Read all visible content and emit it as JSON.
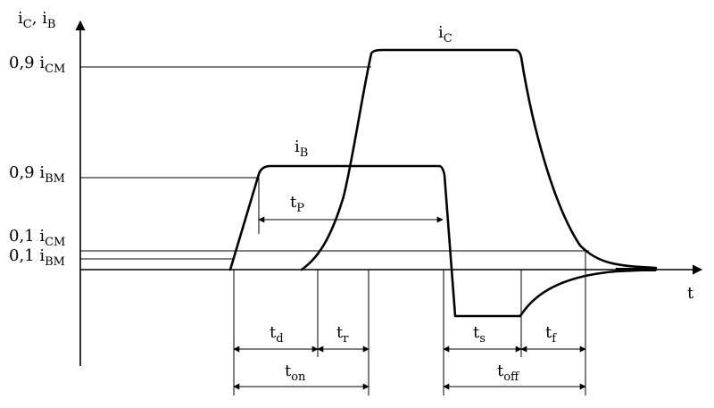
{
  "axes": {
    "y_label": {
      "main": "i",
      "sub1": "C",
      "sep": ", i",
      "sub2": "B"
    },
    "x_label": "t"
  },
  "levels": {
    "ic_90": {
      "coef": "0,9 i",
      "sub": "CM"
    },
    "ib_90": {
      "coef": "0,9 i",
      "sub": "BM"
    },
    "ic_10": {
      "coef": "0,1 i",
      "sub": "CM"
    },
    "ib_10": {
      "coef": "0,1 i",
      "sub": "BM"
    }
  },
  "curves": {
    "ic": {
      "main": "i",
      "sub": "C"
    },
    "ib": {
      "main": "i",
      "sub": "B"
    }
  },
  "intervals": {
    "tp": {
      "main": "t",
      "sub": "P"
    },
    "td": {
      "main": "t",
      "sub": "d"
    },
    "tr": {
      "main": "t",
      "sub": "r"
    },
    "ts": {
      "main": "t",
      "sub": "s"
    },
    "tf": {
      "main": "t",
      "sub": "f"
    },
    "ton": {
      "main": "t",
      "sub": "on"
    },
    "toff": {
      "main": "t",
      "sub": "off"
    }
  }
}
